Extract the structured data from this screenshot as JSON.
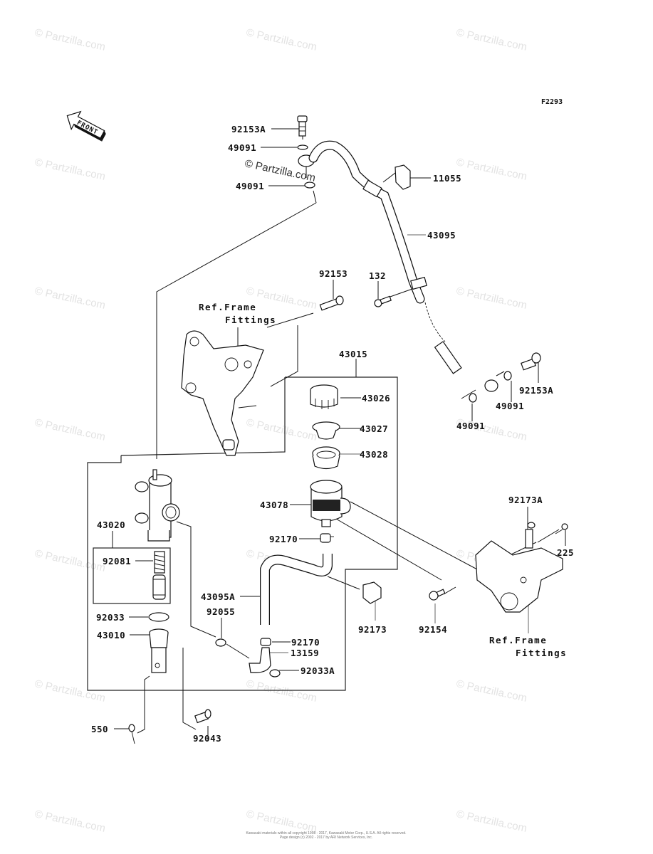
{
  "diagram": {
    "figure_code": "F2293",
    "front_arrow_text": "FRONT",
    "watermark": "© Partzilla.com",
    "footer_lines": [
      "Kawasaki materials within all copyright 1998 - 2017, Kawasaki Motor Corp., U.S.A. All rights reserved.",
      "Page design (c) 2002 - 2017 by ARI Network Services, Inc."
    ],
    "ref_labels": [
      {
        "line1": "Ref.Frame",
        "line2": "Fittings"
      },
      {
        "line1": "Ref.Frame",
        "line2": "Fittings"
      }
    ],
    "parts": [
      {
        "id": "p1",
        "number": "92153A"
      },
      {
        "id": "p2",
        "number": "49091"
      },
      {
        "id": "p3",
        "number": "49091"
      },
      {
        "id": "p4",
        "number": "11055"
      },
      {
        "id": "p5",
        "number": "43095"
      },
      {
        "id": "p6",
        "number": "92153"
      },
      {
        "id": "p7",
        "number": "132"
      },
      {
        "id": "p8",
        "number": "43015"
      },
      {
        "id": "p9",
        "number": "43026"
      },
      {
        "id": "p10",
        "number": "43027"
      },
      {
        "id": "p11",
        "number": "43028"
      },
      {
        "id": "p12",
        "number": "92153A"
      },
      {
        "id": "p13",
        "number": "49091"
      },
      {
        "id": "p14",
        "number": "49091"
      },
      {
        "id": "p15",
        "number": "43078"
      },
      {
        "id": "p16",
        "number": "92173A"
      },
      {
        "id": "p17",
        "number": "225"
      },
      {
        "id": "p18",
        "number": "43020"
      },
      {
        "id": "p19",
        "number": "92170"
      },
      {
        "id": "p20",
        "number": "92081"
      },
      {
        "id": "p21",
        "number": "43095A"
      },
      {
        "id": "p22",
        "number": "92033"
      },
      {
        "id": "p23",
        "number": "92055"
      },
      {
        "id": "p24",
        "number": "43010"
      },
      {
        "id": "p25",
        "number": "92173"
      },
      {
        "id": "p26",
        "number": "92154"
      },
      {
        "id": "p27",
        "number": "92170"
      },
      {
        "id": "p28",
        "number": "13159"
      },
      {
        "id": "p29",
        "number": "92033A"
      },
      {
        "id": "p30",
        "number": "550"
      },
      {
        "id": "p31",
        "number": "92043"
      }
    ]
  }
}
